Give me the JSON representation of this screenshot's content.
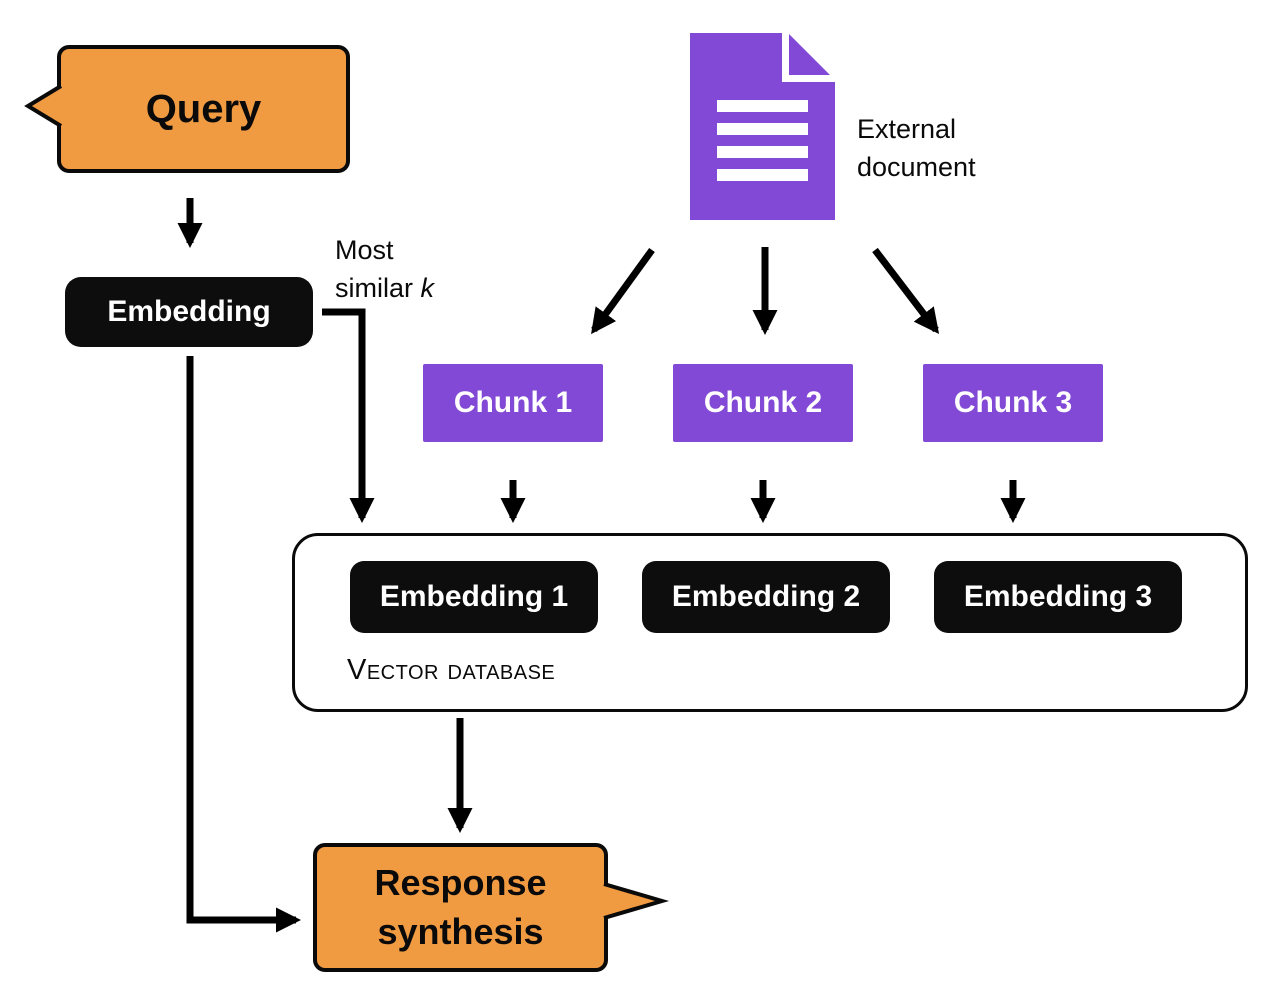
{
  "diagram": {
    "query": {
      "label": "Query"
    },
    "embedding": {
      "label": "Embedding"
    },
    "most_similar": {
      "line1": "Most",
      "line2_prefix": "similar",
      "k": "k"
    },
    "external_document": {
      "label": "External\ndocument"
    },
    "chunks": [
      {
        "label": "Chunk 1"
      },
      {
        "label": "Chunk 2"
      },
      {
        "label": "Chunk 3"
      }
    ],
    "vector_database": {
      "label": "Vector database",
      "embeddings": [
        {
          "label": "Embedding 1"
        },
        {
          "label": "Embedding 2"
        },
        {
          "label": "Embedding 3"
        }
      ]
    },
    "response_synthesis": {
      "label": "Response synthesis"
    },
    "colors": {
      "bubble_orange": "#F09A41",
      "chunk_purple": "#8249D6",
      "box_black": "#0d0d0d",
      "arrow_black": "#000000",
      "outline_black": "#0a0a0a"
    }
  }
}
